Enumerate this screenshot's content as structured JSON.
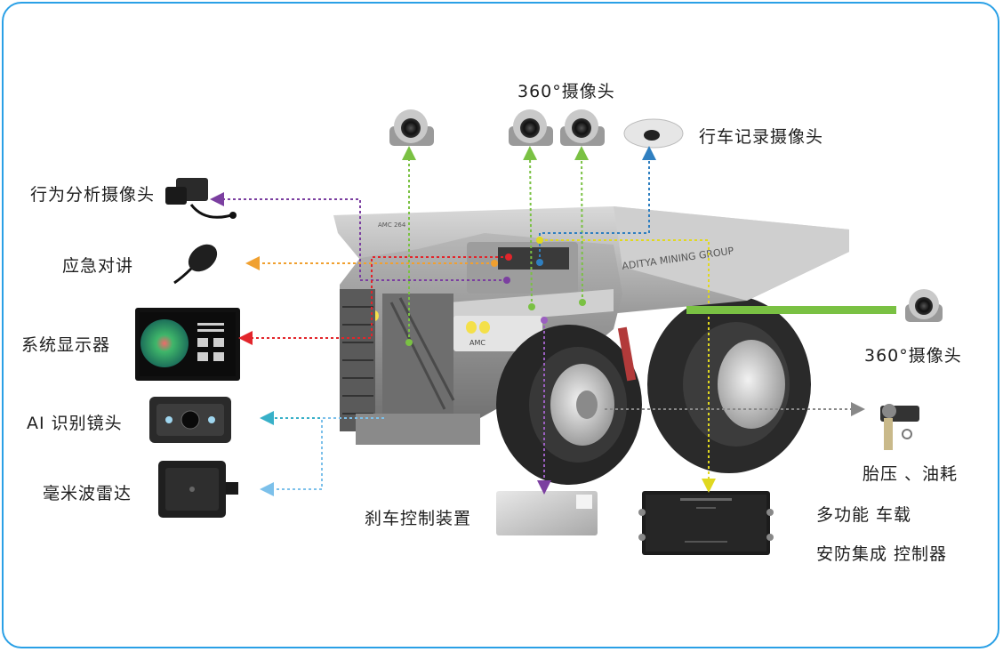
{
  "labels": {
    "cam360_top": "360°摄像头",
    "dashcam": "行车记录摄像头",
    "behavior_cam": "行为分析摄像头",
    "intercom": "应急对讲",
    "display": "系统显示器",
    "ai_lens": "AI 识别镜头",
    "radar": "毫米波雷达",
    "cam360_right": "360°摄像头",
    "tire": "胎压 、油耗",
    "brake": "刹车控制装置",
    "controller_line1": "多功能 车载",
    "controller_line2": "安防集成 控制器"
  },
  "truck": {
    "side_text": "ADITYA MINING GROUP",
    "front_badge": "AMC",
    "bed_badge": "AMC 264"
  },
  "colors": {
    "frame": "#2aa0e6",
    "green": "#7ac143",
    "blue": "#2f7fc0",
    "purple": "#7b3fa0",
    "orange": "#f0a030",
    "red": "#e2252b",
    "cyan": "#38b0c8",
    "light_blue": "#7cc0ea",
    "yellow": "#e8e030",
    "grey": "#888888"
  }
}
